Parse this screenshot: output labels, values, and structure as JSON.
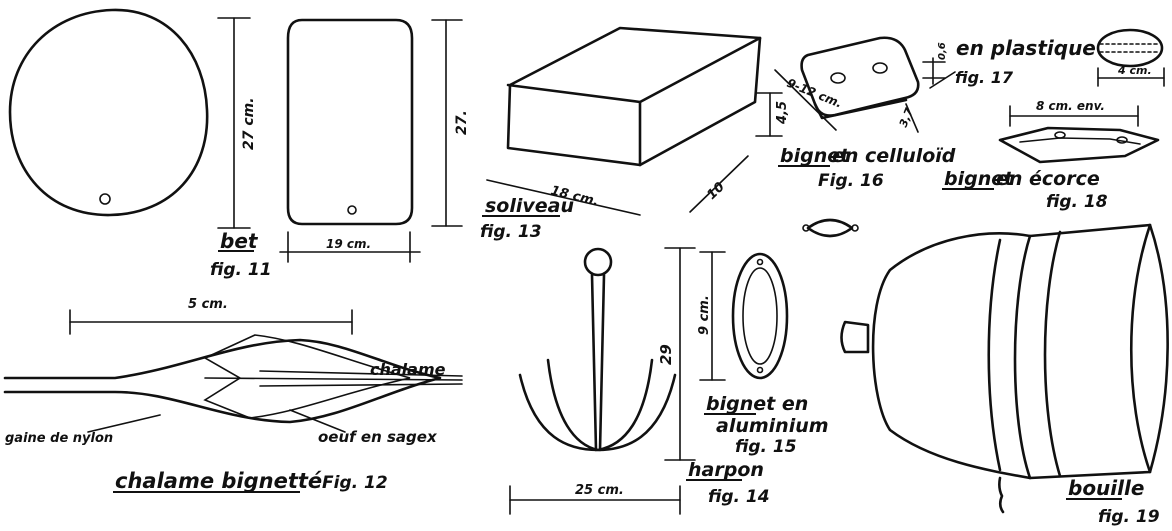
{
  "fig11": {
    "name": "bet",
    "fig": "fig. 11",
    "dim_circle": "27 cm.",
    "dim_rect": "27.",
    "dim_width": "19 cm."
  },
  "fig12": {
    "name": "chalame bignetté",
    "fig": "Fig. 12",
    "dim_len": "5 cm.",
    "label_chalame": "chalame",
    "label_gaine": "gaine de nylon",
    "label_oeuf": "oeuf en sagex"
  },
  "fig13": {
    "name": "soliveau",
    "fig": "fig. 13",
    "dim_len": "18 cm.",
    "dim_h": "4,5",
    "dim_w": "10"
  },
  "fig14": {
    "name": "harpon",
    "fig": "fig. 14",
    "dim_h": "29",
    "dim_w": "25 cm."
  },
  "fig15": {
    "name_l1": "bignet en",
    "name_l2": "aluminium",
    "fig": "fig. 15",
    "dim_h": "9 cm."
  },
  "fig16": {
    "name_a": "bignet",
    "name_b": " en celluloïd",
    "fig": "Fig. 16",
    "dim_l": "9-12 cm.",
    "dim_w": "3,7"
  },
  "fig17": {
    "name": "en plastique",
    "fig": "fig. 17",
    "dim_t": "0,6",
    "dim_w": "4 cm."
  },
  "fig18": {
    "name_a": "bignet",
    "name_b": " en écorce",
    "fig": "fig. 18",
    "dim_w": "8 cm. env."
  },
  "fig19": {
    "name": "bouille",
    "fig": "fig. 19"
  }
}
